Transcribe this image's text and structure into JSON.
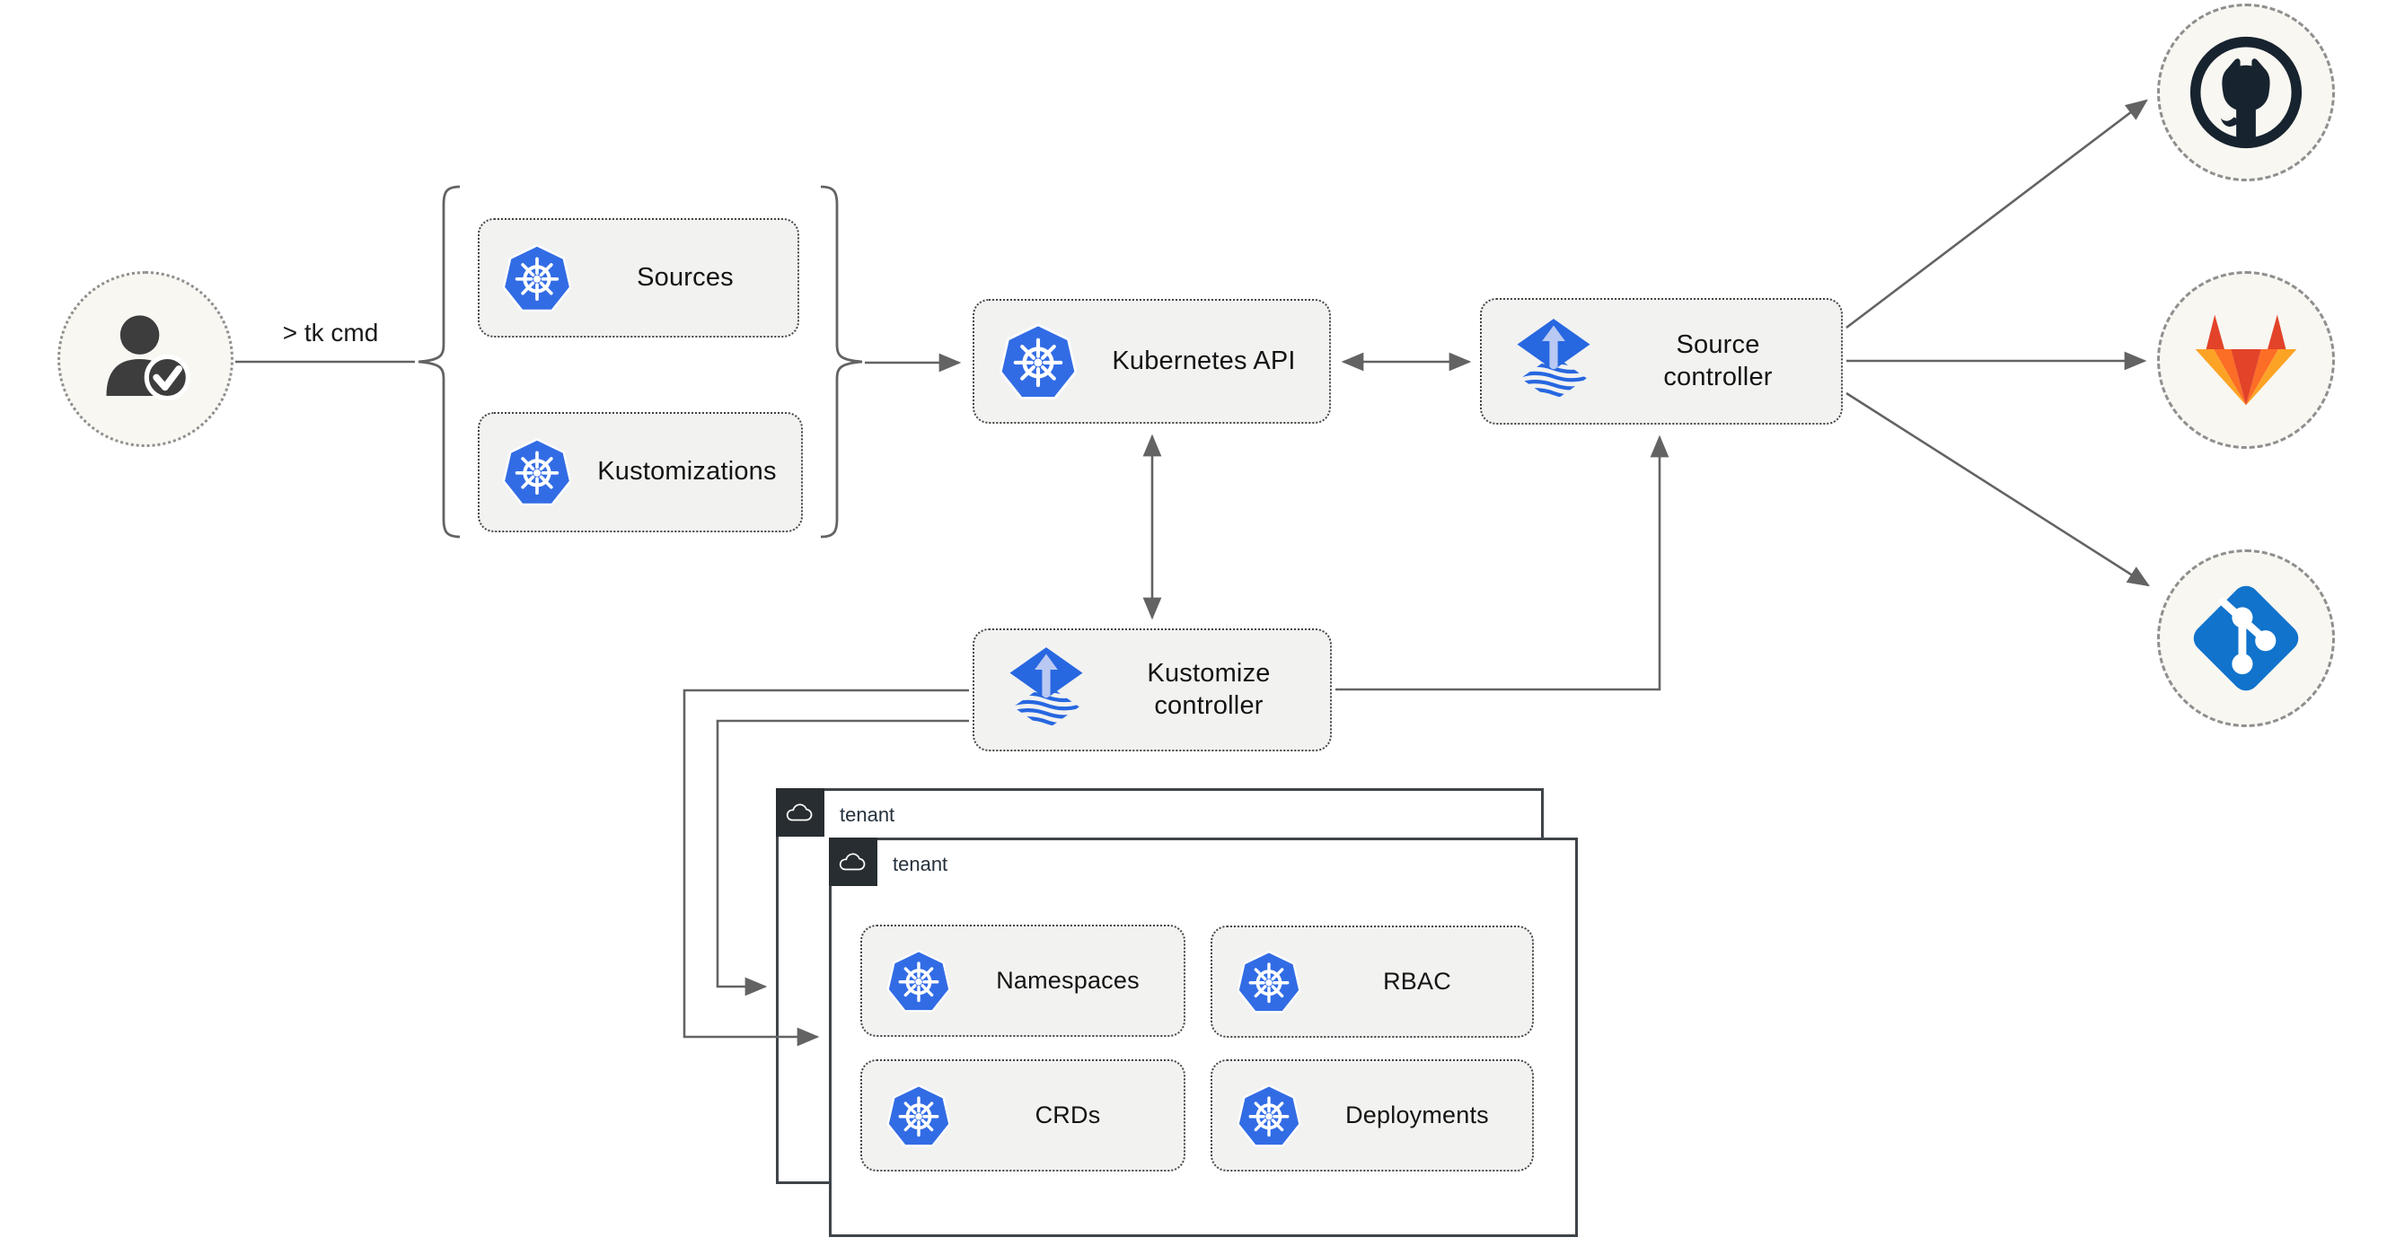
{
  "user": {
    "command_label": "> tk cmd",
    "icon": "user-check-icon"
  },
  "bracket": {
    "items": [
      {
        "label": "Sources",
        "icon": "kubernetes-icon"
      },
      {
        "label": "Kustomizations",
        "icon": "kubernetes-icon"
      }
    ]
  },
  "nodes": {
    "kubernetes_api": {
      "label": "Kubernetes API",
      "icon": "kubernetes-icon"
    },
    "source_controller": {
      "label": "Source controller",
      "icon": "flux-icon"
    },
    "kustomize_controller": {
      "label": "Kustomize controller",
      "icon": "flux-icon"
    }
  },
  "tenants": [
    {
      "label": "tenant",
      "icon": "cloud-icon"
    },
    {
      "label": "tenant",
      "icon": "cloud-icon"
    }
  ],
  "resources": [
    {
      "label": "Namespaces",
      "icon": "kubernetes-icon"
    },
    {
      "label": "RBAC",
      "icon": "kubernetes-icon"
    },
    {
      "label": "CRDs",
      "icon": "kubernetes-icon"
    },
    {
      "label": "Deployments",
      "icon": "kubernetes-icon"
    }
  ],
  "providers": [
    {
      "name": "github-icon"
    },
    {
      "name": "gitlab-icon"
    },
    {
      "name": "git-icon"
    }
  ],
  "colors": {
    "canvas_bg": "#ffffff",
    "node_fill": "#f2f2f1",
    "node_border": "#454545",
    "tenant_border": "#3f4449",
    "tenant_tab": "#272d30",
    "circle_fill": "#f9f7f2",
    "line_gray": "#636363",
    "text_dark": "#141414",
    "k8s_blue": "#326ce5",
    "flux_blue": "#2767e0",
    "flux_arrow": "#b9c9f3",
    "github_dark": "#17232e",
    "gitlab_red": "#e24329",
    "gitlab_orange": "#fc6d26",
    "gitlab_amber": "#fca326",
    "git_blue": "#1173cb",
    "person_dark": "#3d3d3d"
  }
}
